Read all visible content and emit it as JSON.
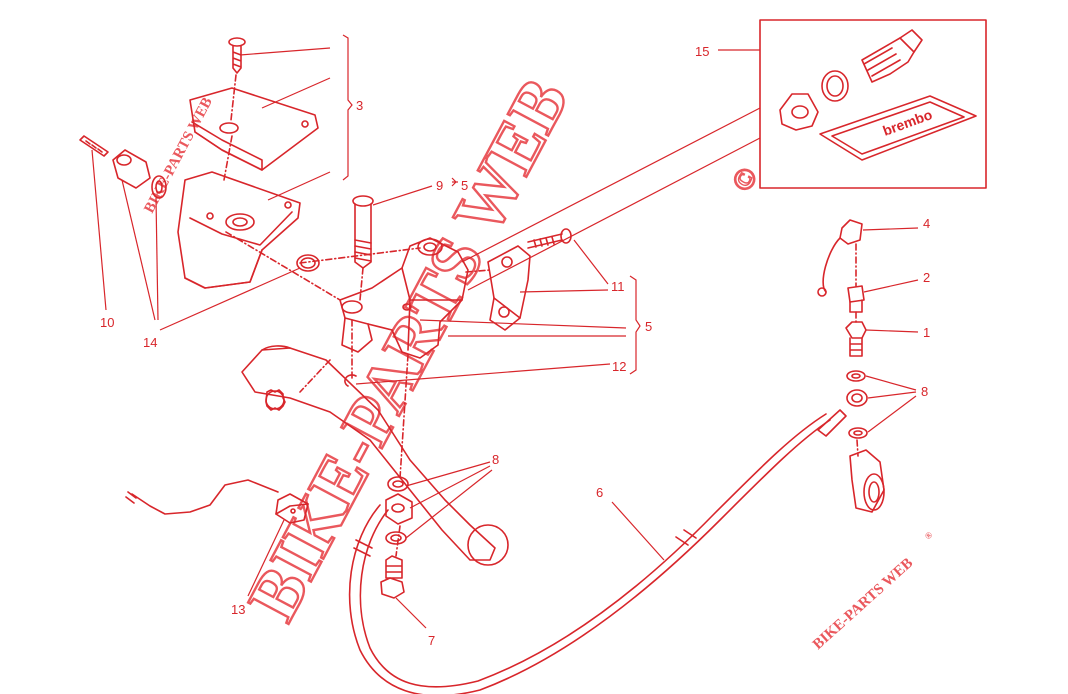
{
  "colors": {
    "line": "#d8262b",
    "watermark": "#e8474c",
    "background": "#ffffff"
  },
  "callouts": {
    "c1": "1",
    "c2": "2",
    "c3": "3",
    "c4": "4",
    "c5a": "5",
    "c5b": "5",
    "c6": "6",
    "c7": "7",
    "c8a": "8",
    "c8b": "8",
    "c9": "9",
    "c10": "10",
    "c11": "11",
    "c12": "12",
    "c13": "13",
    "c14": "14",
    "c15": "15"
  },
  "kit_label": "brembo",
  "watermarks": {
    "main": "BIKE-PARTS WEB",
    "main_mark": "©",
    "small_top": "BIKE-PARTS WEB",
    "small_bottom": "BIKE-PARTS WEB",
    "small_mark": "®"
  }
}
